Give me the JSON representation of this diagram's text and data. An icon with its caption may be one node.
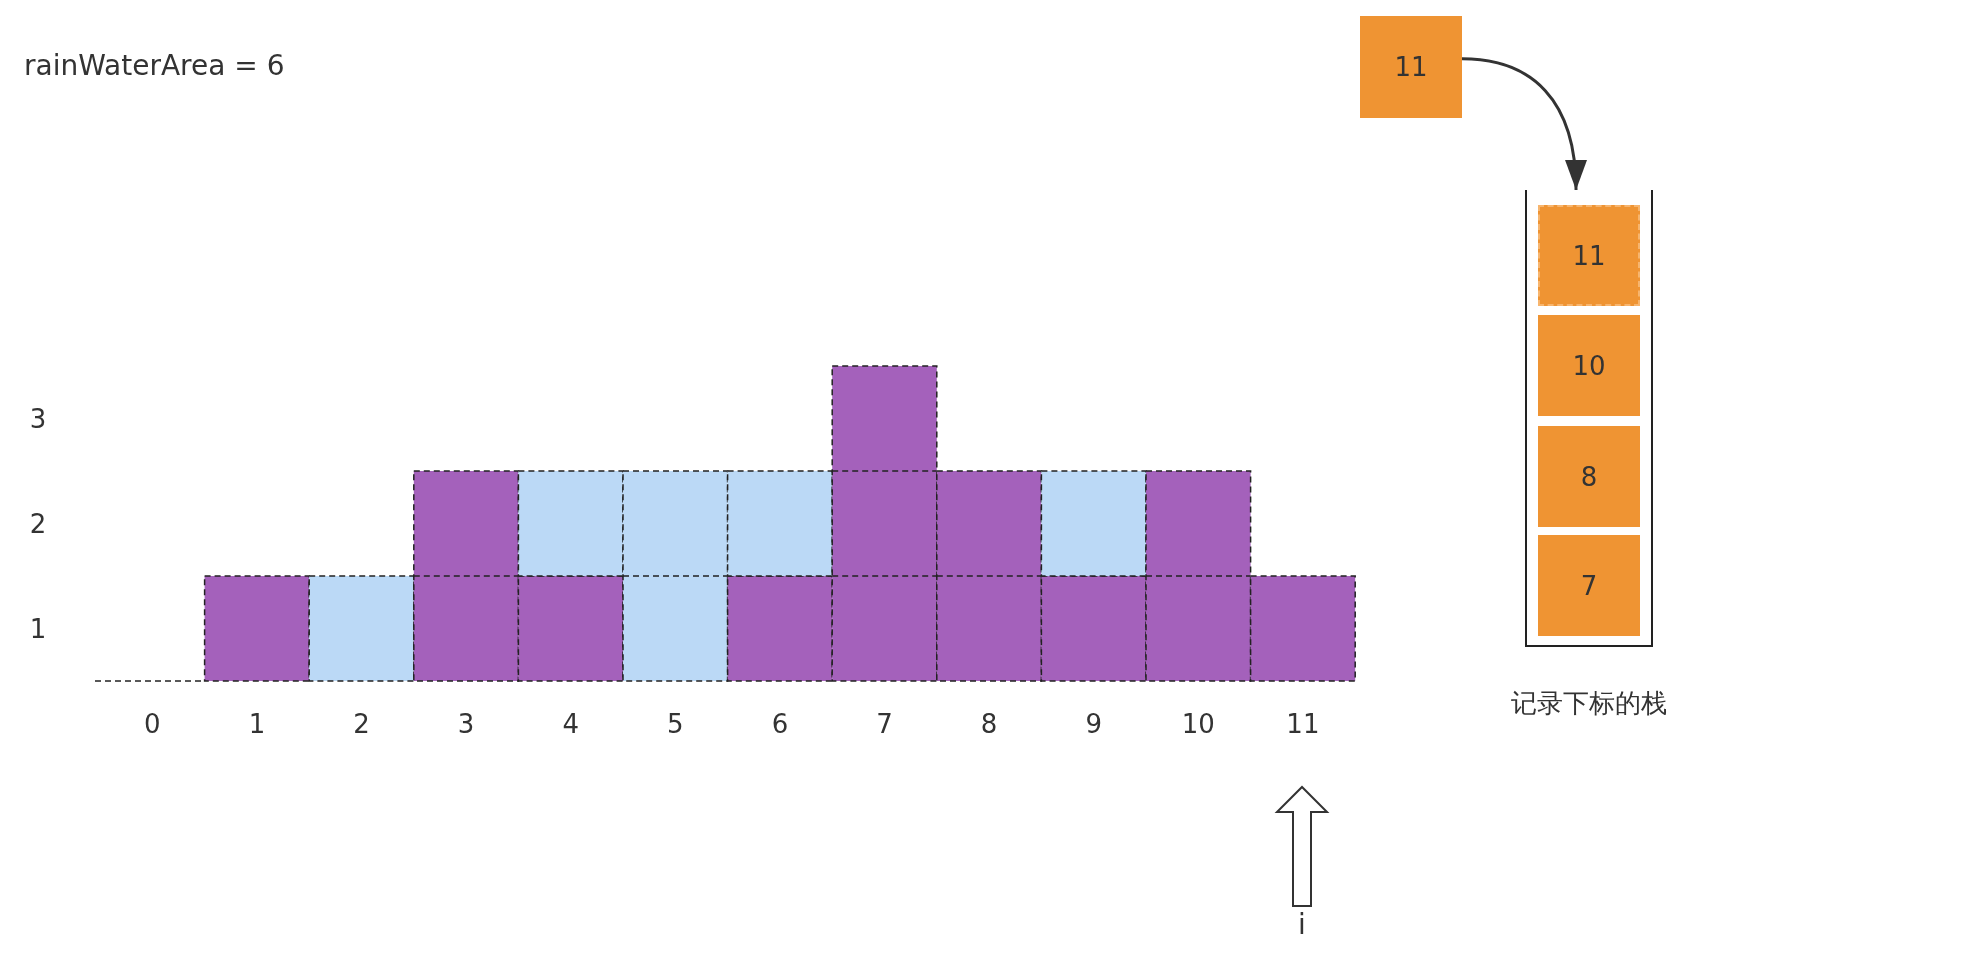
{
  "diagram": {
    "nodes": [
      {
        "text": [
          "11"
        ]
      },
      {
        "text": [
          "记录下标的栈"
        ]
      },
      {
        "text": [
          "11"
        ],
        "in": 1
      },
      {
        "text": [
          "10"
        ],
        "in": 1
      },
      {
        "text": [
          "8"
        ],
        "in": 1
      },
      {
        "text": [
          "7"
        ],
        "in": 1
      },
      {
        "text": [
          "i"
        ]
      }
    ],
    "edges": [
      {
        "from": 0,
        "to": 1,
        "arrow": "to"
      },
      {
        "from": 6,
        "to": null,
        "arrow": "to",
        "style": "thick"
      }
    ],
    "labels": [
      "rainWaterArea = 6"
    ],
    "chart_data": {
      "type": "bar",
      "categories": [
        "0",
        "1",
        "2",
        "3",
        "4",
        "5",
        "6",
        "7",
        "8",
        "9",
        "10",
        "11"
      ],
      "stacked": true,
      "series": [
        {
          "color": "#a461bb",
          "values": [
            0,
            1,
            0,
            2,
            1,
            0,
            1,
            3,
            2,
            1,
            2,
            1
          ]
        },
        {
          "color": "#bbd9f6",
          "values": [
            0,
            0,
            1,
            0,
            1,
            2,
            1,
            0,
            0,
            1,
            0,
            0
          ]
        }
      ],
      "ylim": [
        0,
        3
      ],
      "yticks": [
        {
          "value": 0.5,
          "label": "1"
        },
        {
          "value": 1.5,
          "label": "2"
        },
        {
          "value": 2.5,
          "label": "3"
        }
      ]
    }
  }
}
